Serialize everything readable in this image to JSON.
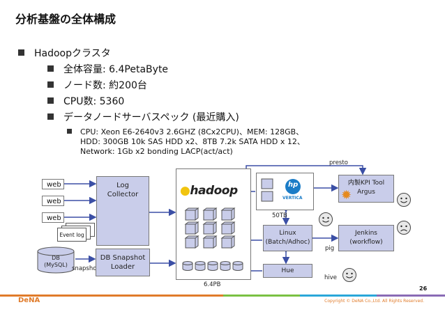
{
  "title": "分析基盤の全体構成",
  "bullets": {
    "l1": "Hadoopクラスタ",
    "l2a": "全体容量: 6.4PetaByte",
    "l2b": "ノード数: 約200台",
    "l2c": "CPU数: 5360",
    "l2d": "データノードサーバスペック (最近購入)",
    "l3_line1": "CPU: Xeon E6-2640v3 2.6GHZ (8Cx2CPU)、MEM: 128GB、",
    "l3_line2": "HDD: 300GB 10k SAS HDD x2、8TB 7.2k SATA HDD x 12、",
    "l3_line3": "Network: 1Gb x2 bonding LACP(act/act)"
  },
  "diagram": {
    "web1": "web",
    "web2": "web",
    "web3": "web",
    "event_log": "Event log",
    "log_collector_line1": "Log",
    "log_collector_line2": "Collector",
    "db_line1": "DB",
    "db_line2": "(MySQL)",
    "snapshot": "snapshot",
    "db_snapshot_line1": "DB Snapshot",
    "db_snapshot_line2": "Loader",
    "hadoop_logo": "hadoop",
    "hadoop_capacity": "6.4PB",
    "vertica_logo": "hp",
    "vertica_text": "VERTICA",
    "vertica_capacity": "50TB",
    "presto": "presto",
    "linux_line1": "Linux",
    "linux_line2": "(Batch/Adhoc)",
    "hue": "Hue",
    "pig": "pig",
    "hive": "hive",
    "kpi_line1": "内製KPI Tool",
    "kpi_line2": "Argus",
    "jenkins_line1": "Jenkins",
    "jenkins_line2": "(workflow)"
  },
  "footer": {
    "logo": "DeNA",
    "copyright": "Copyright © DeNA Co.,Ltd. All Rights Reserved.",
    "page_number": "26"
  },
  "colors": {
    "box_fill": "#c9cdea",
    "arrow": "#3b4fa5",
    "smiley": "#e8e8e8",
    "footer_accent": "#e07b2a"
  }
}
